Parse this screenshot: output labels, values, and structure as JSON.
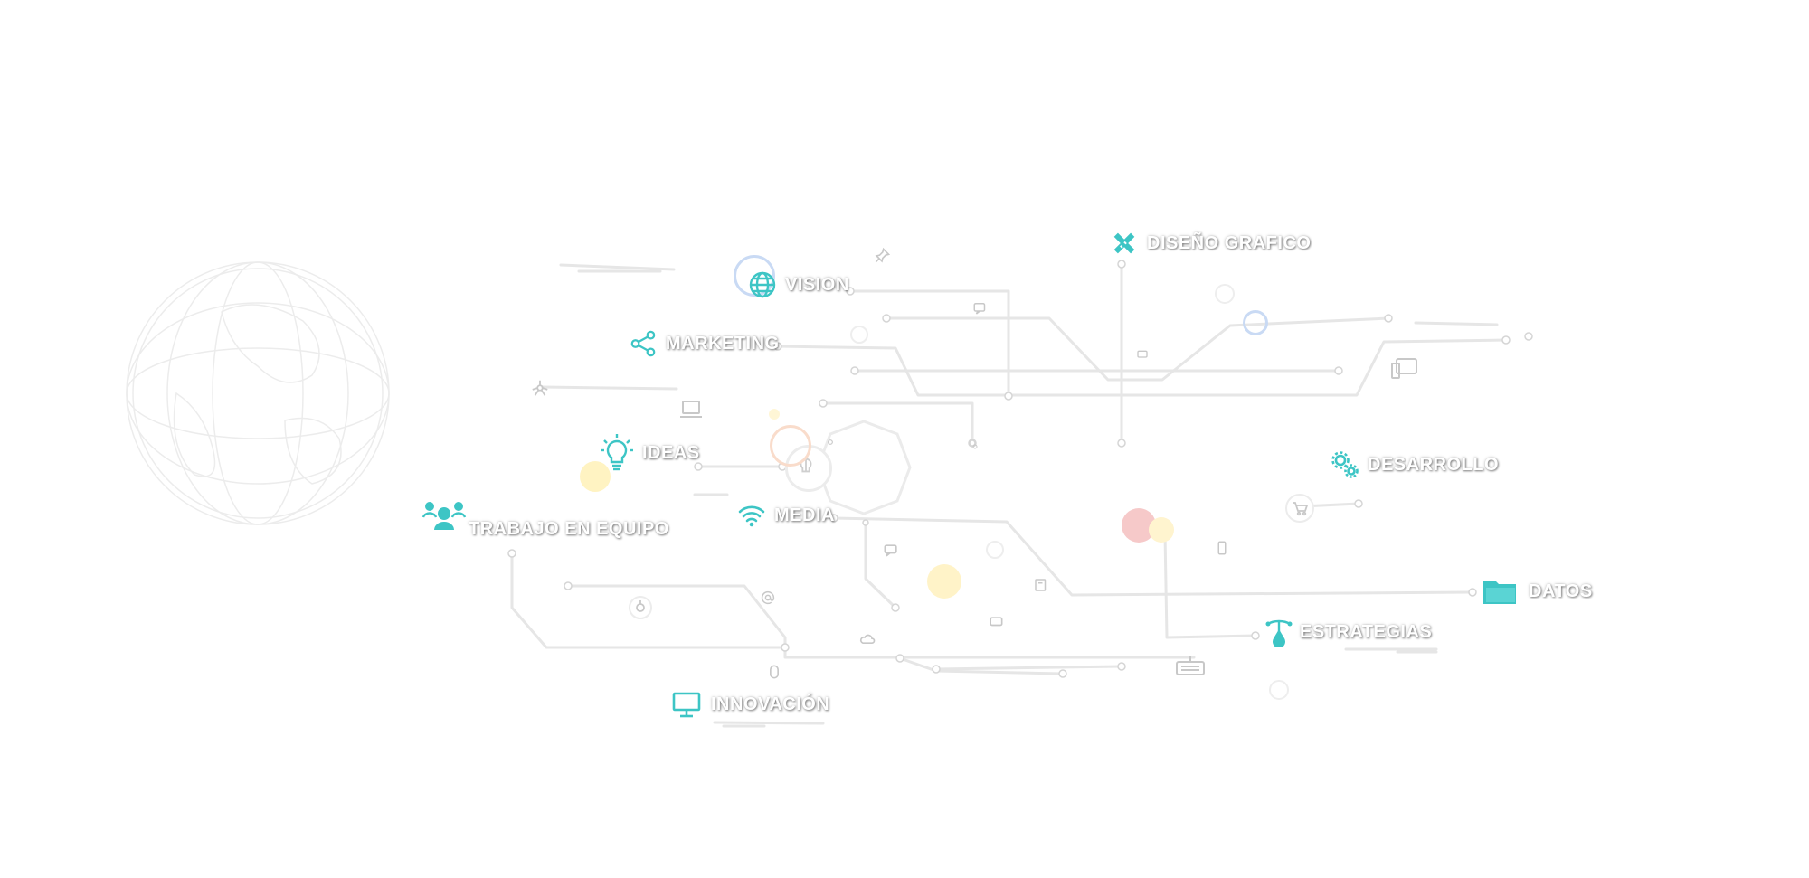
{
  "colors": {
    "accent": "#3dc5c5",
    "line": "#e6e6e6",
    "label_text": "#ffffff",
    "blue_ring": "#c3d7f3",
    "yellow": "#fff3c2",
    "red": "#f6c2c2",
    "orange": "#f8dcc6"
  },
  "nodes": [
    {
      "id": "vision",
      "label": "VISION",
      "icon": "globe-icon"
    },
    {
      "id": "diseno",
      "label": "DISEÑO GRAFICO",
      "icon": "design-tools-icon"
    },
    {
      "id": "marketing",
      "label": "MARKETING",
      "icon": "share-icon"
    },
    {
      "id": "ideas",
      "label": "IDEAS",
      "icon": "lightbulb-icon"
    },
    {
      "id": "media",
      "label": "MEDIA",
      "icon": "wifi-icon"
    },
    {
      "id": "trabajo",
      "label": "TRABAJO EN EQUIPO",
      "icon": "team-icon"
    },
    {
      "id": "desarrollo",
      "label": "DESARROLLO",
      "icon": "gears-icon"
    },
    {
      "id": "datos",
      "label": "DATOS",
      "icon": "folder-icon"
    },
    {
      "id": "estrategias",
      "label": "ESTRATEGIAS",
      "icon": "strategy-icon"
    },
    {
      "id": "innovacion",
      "label": "INNOVACIÓN",
      "icon": "monitor-icon"
    }
  ],
  "decor_icons": [
    "pin-icon",
    "chat-icon",
    "laptop-icon",
    "network-icon",
    "cart-icon",
    "at-icon",
    "phone-icon",
    "cloud-icon",
    "tablet-icon",
    "camera-icon",
    "keyboard-icon",
    "mouse-icon",
    "envelope-icon",
    "brain-icon",
    "globe-wireframe-icon"
  ]
}
